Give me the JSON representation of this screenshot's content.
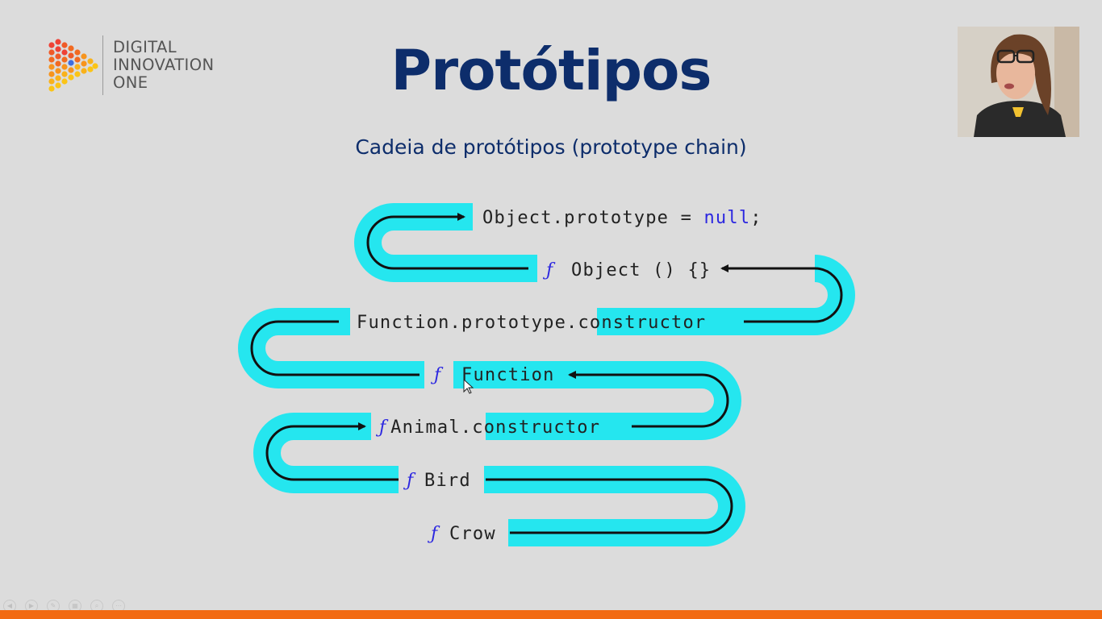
{
  "logo": {
    "lines": [
      "DIGITAL",
      "INNOVATION",
      "ONE"
    ]
  },
  "slide": {
    "title": "Protótipos",
    "subtitle": "Cadeia de protótipos (prototype chain)"
  },
  "chain": {
    "row1": {
      "obj": "Object",
      "dot": ".",
      "prop": "prototype",
      "eq": " = ",
      "val": "null",
      "semi": ";"
    },
    "row2": {
      "fn": "ƒ",
      "label": "Object () {}"
    },
    "row3": {
      "obj": "Function.prototype.",
      "prop": "constructor"
    },
    "row4": {
      "fn": "ƒ",
      "label": "Function"
    },
    "row5": {
      "fn": "ƒ",
      "obj": "Animal.",
      "prop": "constructor"
    },
    "row6": {
      "fn": "ƒ",
      "label": "Bird"
    },
    "row7": {
      "fn": "ƒ",
      "label": "Crow"
    }
  },
  "colors": {
    "title": "#0d2d6b",
    "highlight": "#25e6ef",
    "keyword": "#2c27e0",
    "accent_bar": "#f26a12"
  },
  "icons": {
    "logo_mark": "dotted-play-triangle-icon",
    "cursor": "mouse-pointer-icon",
    "controls": [
      "prev-icon",
      "next-icon",
      "pen-icon",
      "slides-icon",
      "zoom-icon",
      "more-icon"
    ]
  }
}
